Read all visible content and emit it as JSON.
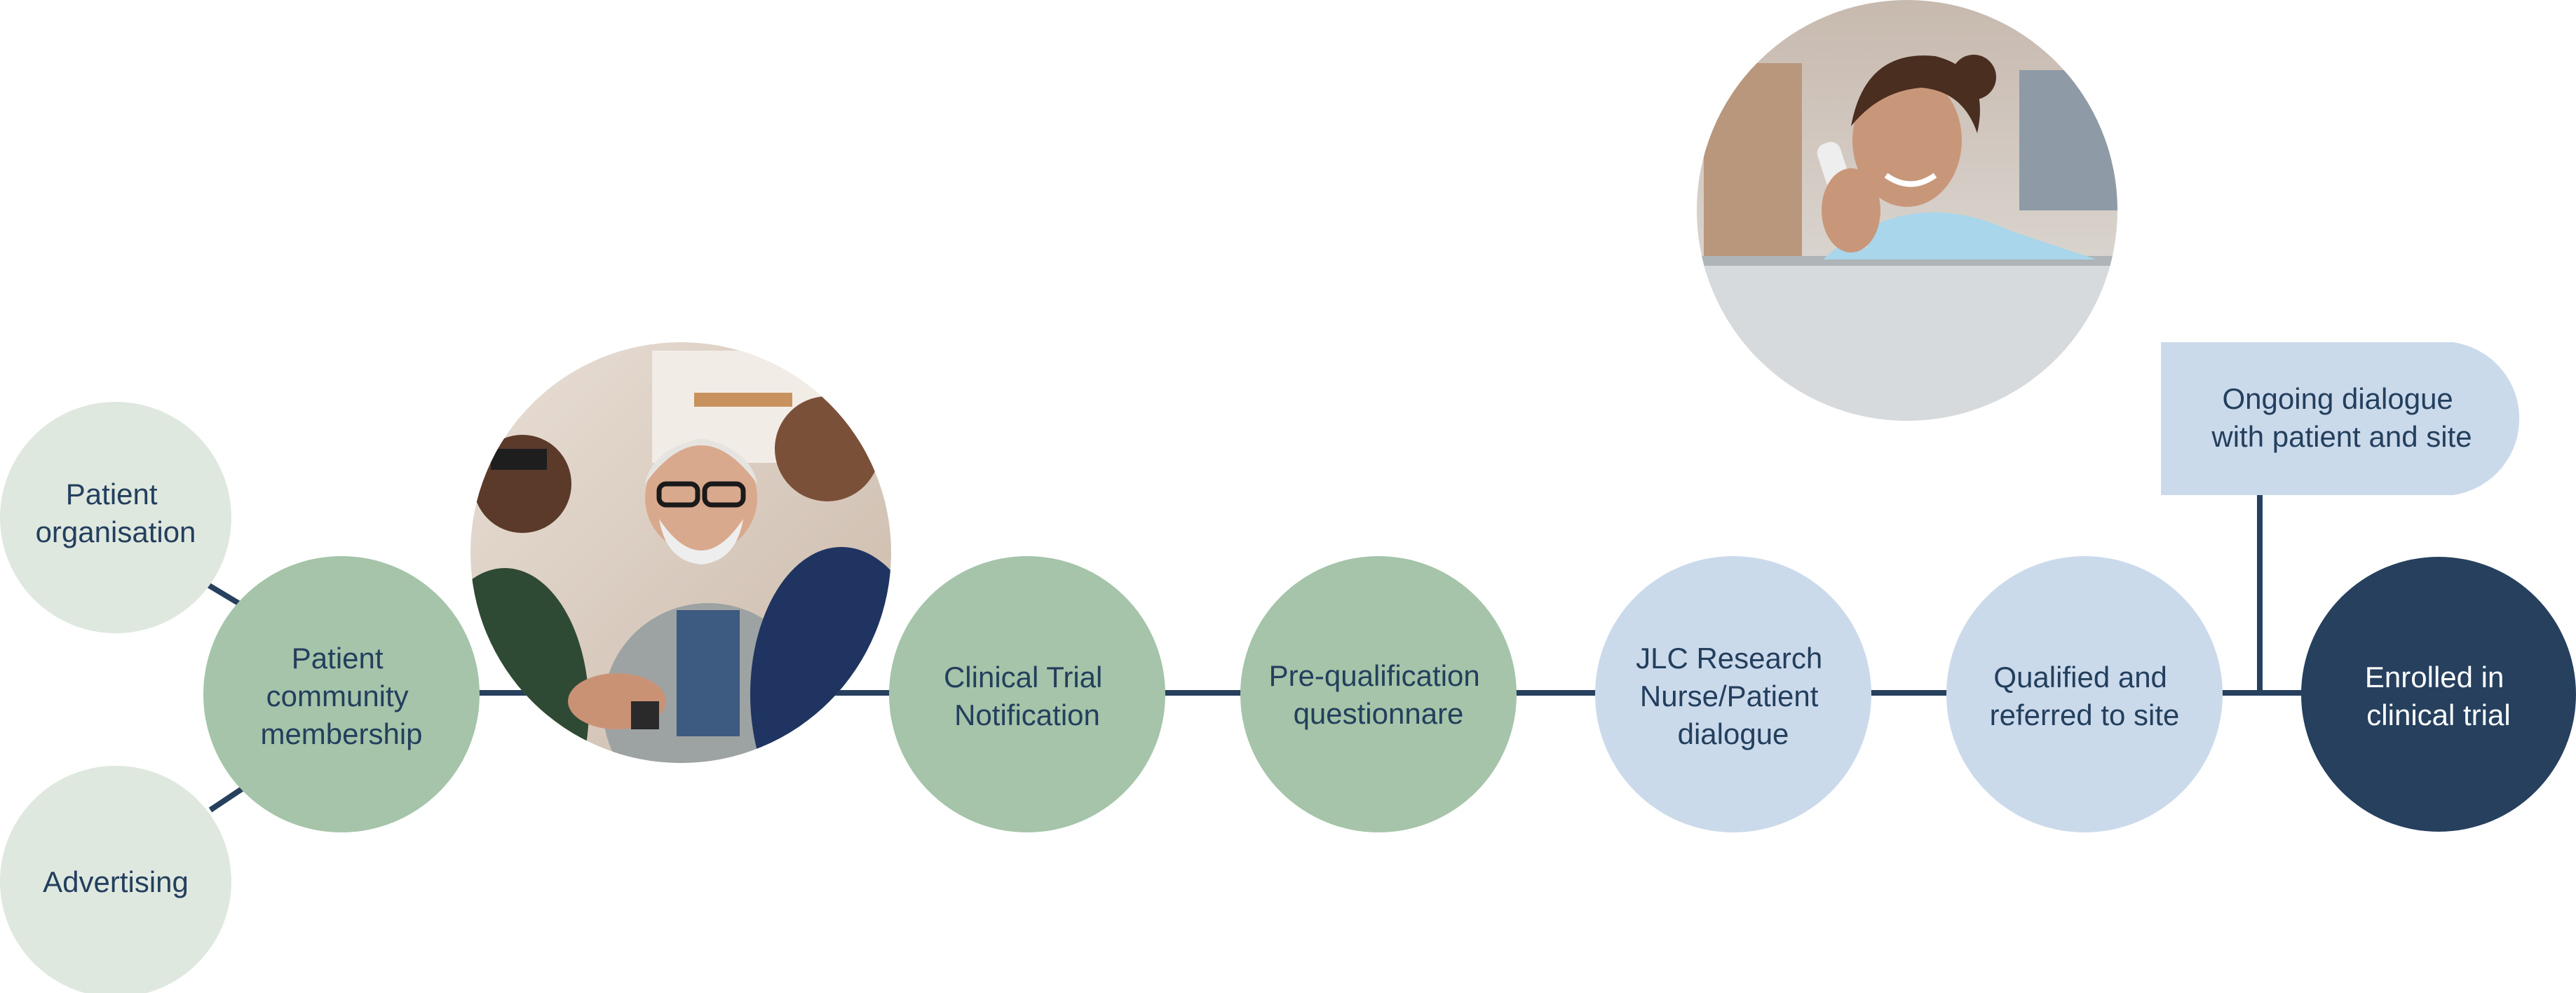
{
  "colors": {
    "connector": "#26405e",
    "pale_green": "#dfe8df",
    "green": "#a5c4a9",
    "pale_blue": "#cbdaeb",
    "navy": "#26405e",
    "text_dark": "#233f5d",
    "text_light": "#ffffff"
  },
  "nodes": {
    "patient_organisation": {
      "lines": [
        "Patient",
        "organisation"
      ]
    },
    "advertising": {
      "lines": [
        "Advertising"
      ]
    },
    "patient_community_membership": {
      "lines": [
        "Patient",
        "community",
        "membership"
      ]
    },
    "clinical_trial_notification": {
      "lines": [
        "Clinical Trial",
        "Notification"
      ]
    },
    "pre_qualification_questionnaire": {
      "lines": [
        "Pre-qualification",
        "questionnare"
      ]
    },
    "jlc_research_nurse_dialogue": {
      "lines": [
        "JLC Research",
        "Nurse/Patient",
        "dialogue"
      ]
    },
    "qualified_and_referred": {
      "lines": [
        "Qualified and",
        "referred to site"
      ]
    },
    "enrolled_in_trial": {
      "lines": [
        "Enrolled in",
        "clinical trial"
      ]
    },
    "ongoing_dialogue": {
      "lines": [
        "Ongoing dialogue",
        "with patient and site"
      ]
    }
  },
  "photos": {
    "group_photo_icon": "people-laughing-photo",
    "nurse_photo_icon": "nurse-on-phone-photo"
  }
}
